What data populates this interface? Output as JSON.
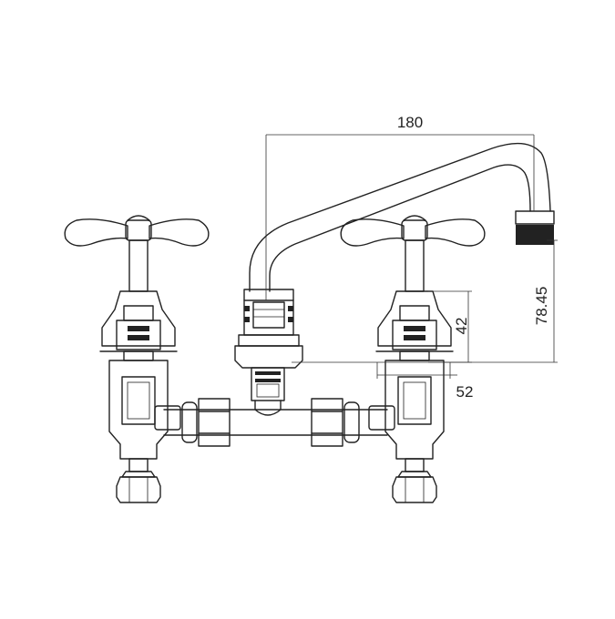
{
  "dimensions": {
    "spout_reach": "180",
    "spout_height": "78.45",
    "body_height": "42",
    "body_width": "52"
  },
  "colors": {
    "line": "#222222",
    "background": "#ffffff"
  }
}
